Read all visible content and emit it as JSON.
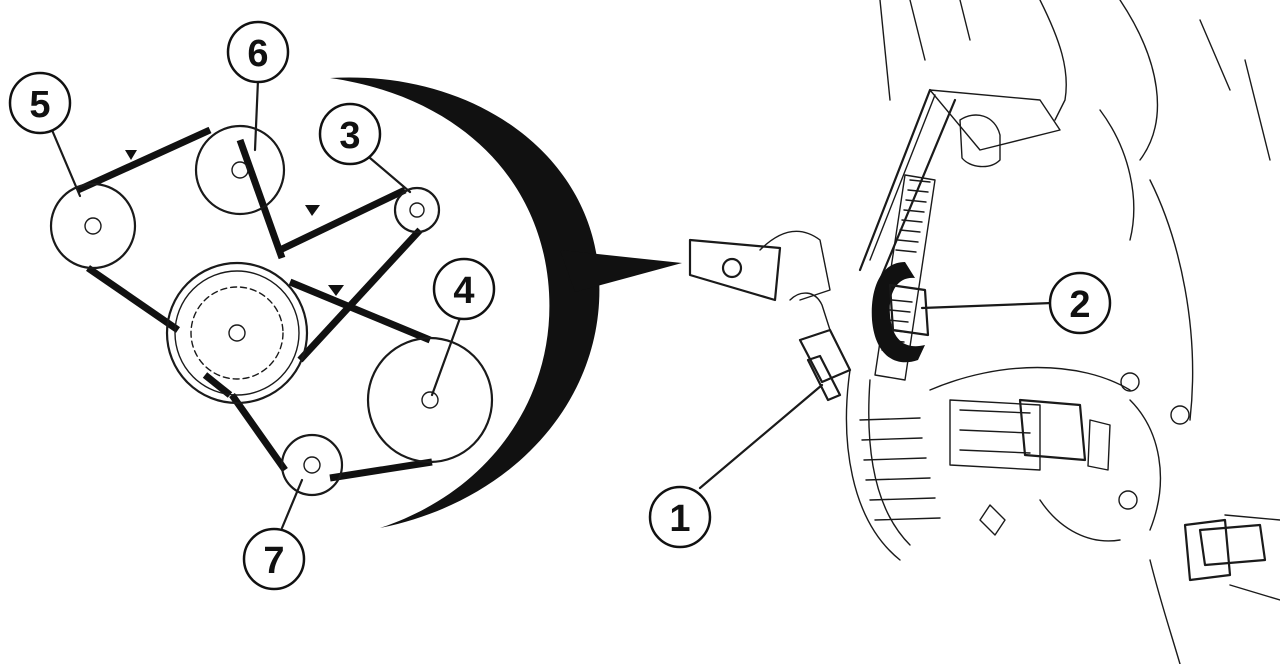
{
  "diagram": {
    "callouts": [
      {
        "id": "callout-1",
        "label": "1"
      },
      {
        "id": "callout-2",
        "label": "2"
      },
      {
        "id": "callout-3",
        "label": "3"
      },
      {
        "id": "callout-4",
        "label": "4"
      },
      {
        "id": "callout-5",
        "label": "5"
      },
      {
        "id": "callout-6",
        "label": "6"
      },
      {
        "id": "callout-7",
        "label": "7"
      }
    ],
    "colors": {
      "ink": "#111111",
      "background": "#ffffff"
    }
  }
}
